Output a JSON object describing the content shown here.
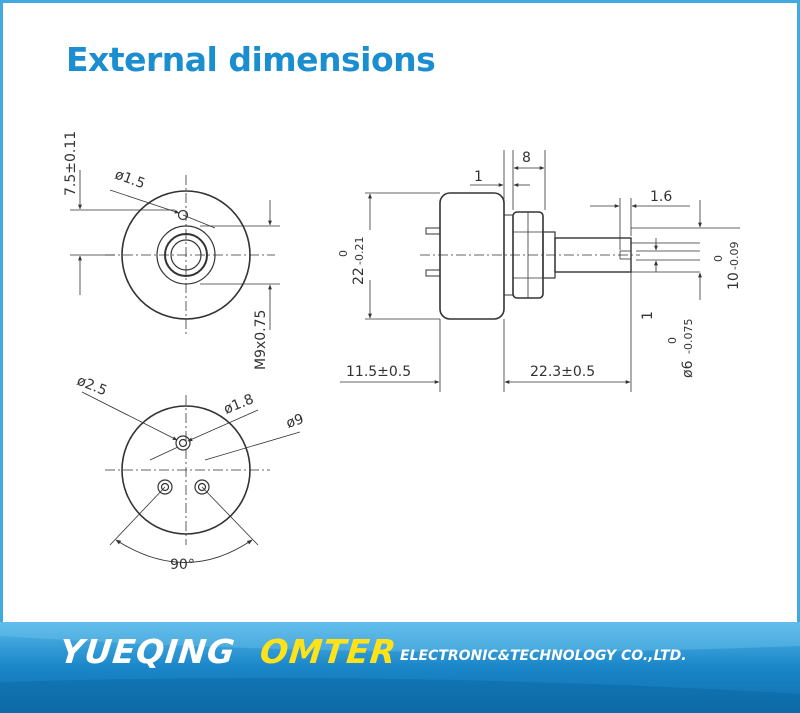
{
  "heading": "External dimensions",
  "front_view": {
    "dim_height": "7.5±0.11",
    "dim_hole": "ø1.5",
    "dim_thread": "M9x0.75"
  },
  "side_view": {
    "dim_top_1": "1",
    "dim_top_8": "8",
    "dim_flat": "1.6",
    "dim_body_dia_main": "22",
    "dim_body_dia_tol_upper": "0",
    "dim_body_dia_tol_lower": "-0.21",
    "dim_shaft_len_main": "10",
    "dim_shaft_len_tol_upper": "0",
    "dim_shaft_len_tol_lower": "-0.09",
    "dim_slot": "1",
    "dim_shaft_dia_main": "ø6",
    "dim_shaft_dia_tol_upper": "0",
    "dim_shaft_dia_tol_lower": "-0.075",
    "dim_left_len": "11.5±0.5",
    "dim_right_len": "22.3±0.5"
  },
  "rear_view": {
    "dim_pin_dia": "ø2.5",
    "dim_hole_dia": "ø1.8",
    "dim_pcd": "ø9",
    "dim_angle": "90°"
  },
  "banner": {
    "company": "YUEQING",
    "brand": "OMTER",
    "tagline": "ELECTRONIC&TECHNOLOGY  CO.,LTD.",
    "background_color": "#1a86c8",
    "brand_color": "#ffe21a"
  }
}
